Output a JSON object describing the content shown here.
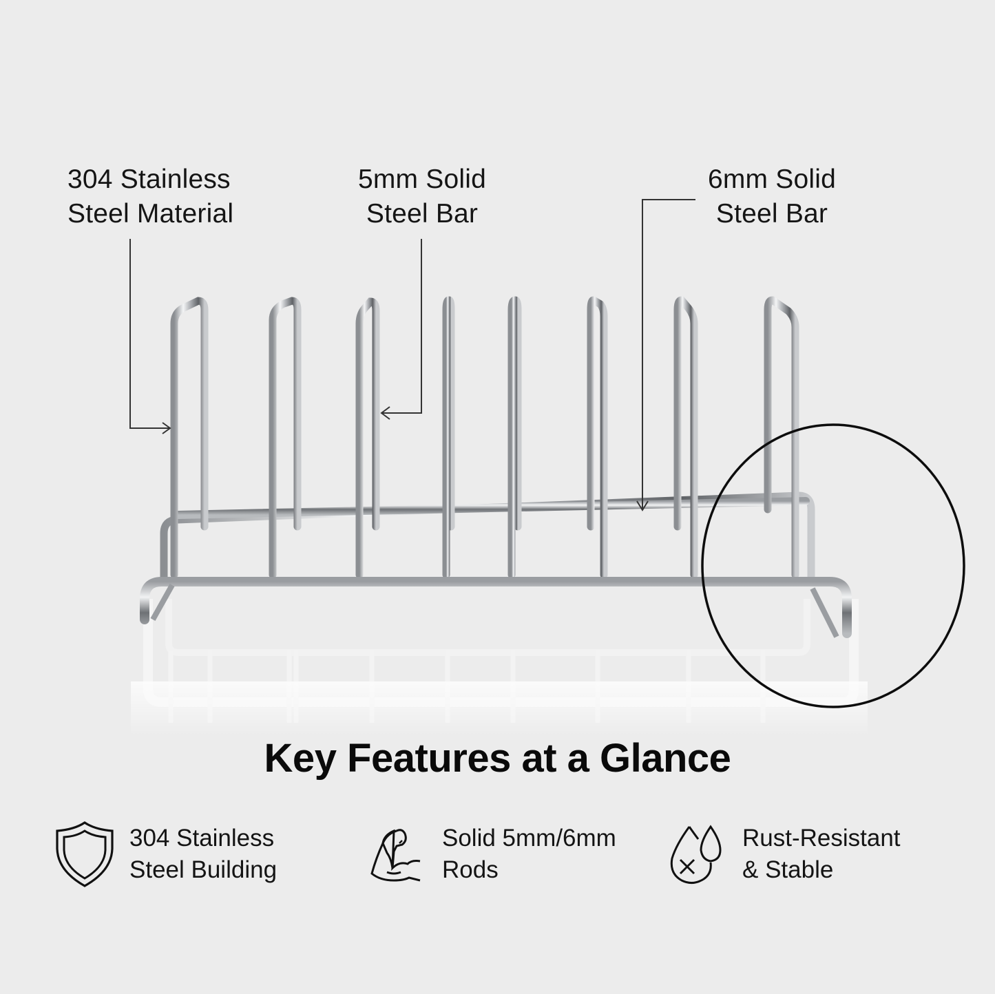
{
  "callouts": [
    {
      "line1": "304 Stainless",
      "line2": "Steel Material"
    },
    {
      "line1": "5mm Solid",
      "line2": "Steel Bar"
    },
    {
      "line1": "6mm Solid",
      "line2": "Steel Bar"
    }
  ],
  "product": {
    "name": "stainless-steel-plate-rack",
    "slot_count": 8
  },
  "colors": {
    "background": "#ececec",
    "text": "#111111",
    "steel": "#b9bcc0",
    "line": "#333333"
  },
  "section_title": "Key Features at a Glance",
  "features": [
    {
      "icon": "shield-icon",
      "line1": "304 Stainless",
      "line2": "Steel Building"
    },
    {
      "icon": "flexed-arm-icon",
      "line1": "Solid 5mm/6mm",
      "line2": "Rods"
    },
    {
      "icon": "water-drops-x-icon",
      "line1": "Rust-Resistant",
      "line2": "& Stable"
    }
  ]
}
